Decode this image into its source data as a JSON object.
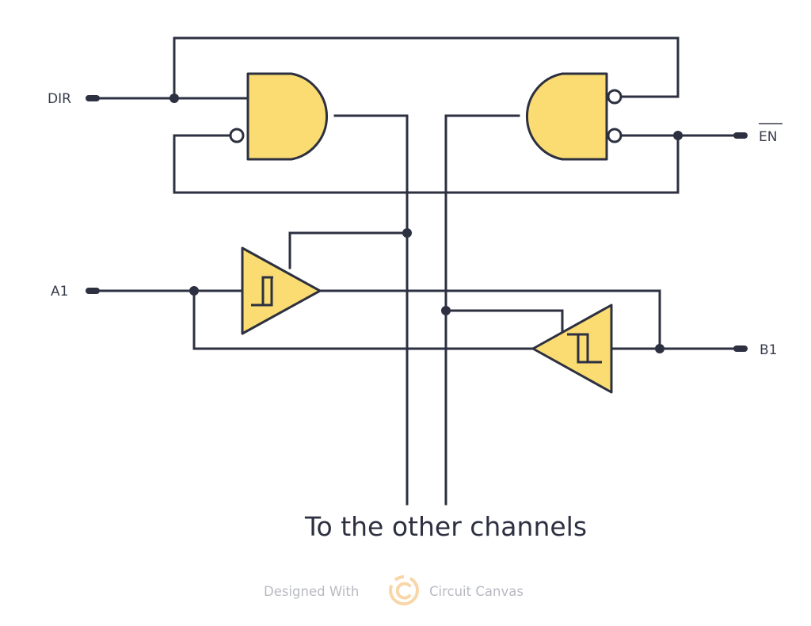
{
  "diagram": {
    "title": "Bidirectional transceiver channel with direction and enable control",
    "pins": {
      "dir": "DIR",
      "en": "EN",
      "a1": "A1",
      "b1": "B1"
    },
    "en_active_low": true,
    "components": [
      {
        "id": "and-gate-1",
        "type": "AND gate",
        "inverted_inputs": 1
      },
      {
        "id": "and-gate-2",
        "type": "AND gate",
        "inverted_inputs": 2
      },
      {
        "id": "buffer-a-to-b",
        "type": "Schmitt-trigger tri-state buffer"
      },
      {
        "id": "buffer-b-to-a",
        "type": "Schmitt-trigger tri-state buffer"
      }
    ],
    "caption": "To the other channels",
    "colors": {
      "gate_fill": "#fadc73",
      "wire": "#2c3040",
      "logo": "#f9d6a8"
    }
  },
  "footer": {
    "prefix": "Designed With",
    "brand": "Circuit Canvas",
    "logo_icon": "circuit-canvas-logo-icon"
  }
}
